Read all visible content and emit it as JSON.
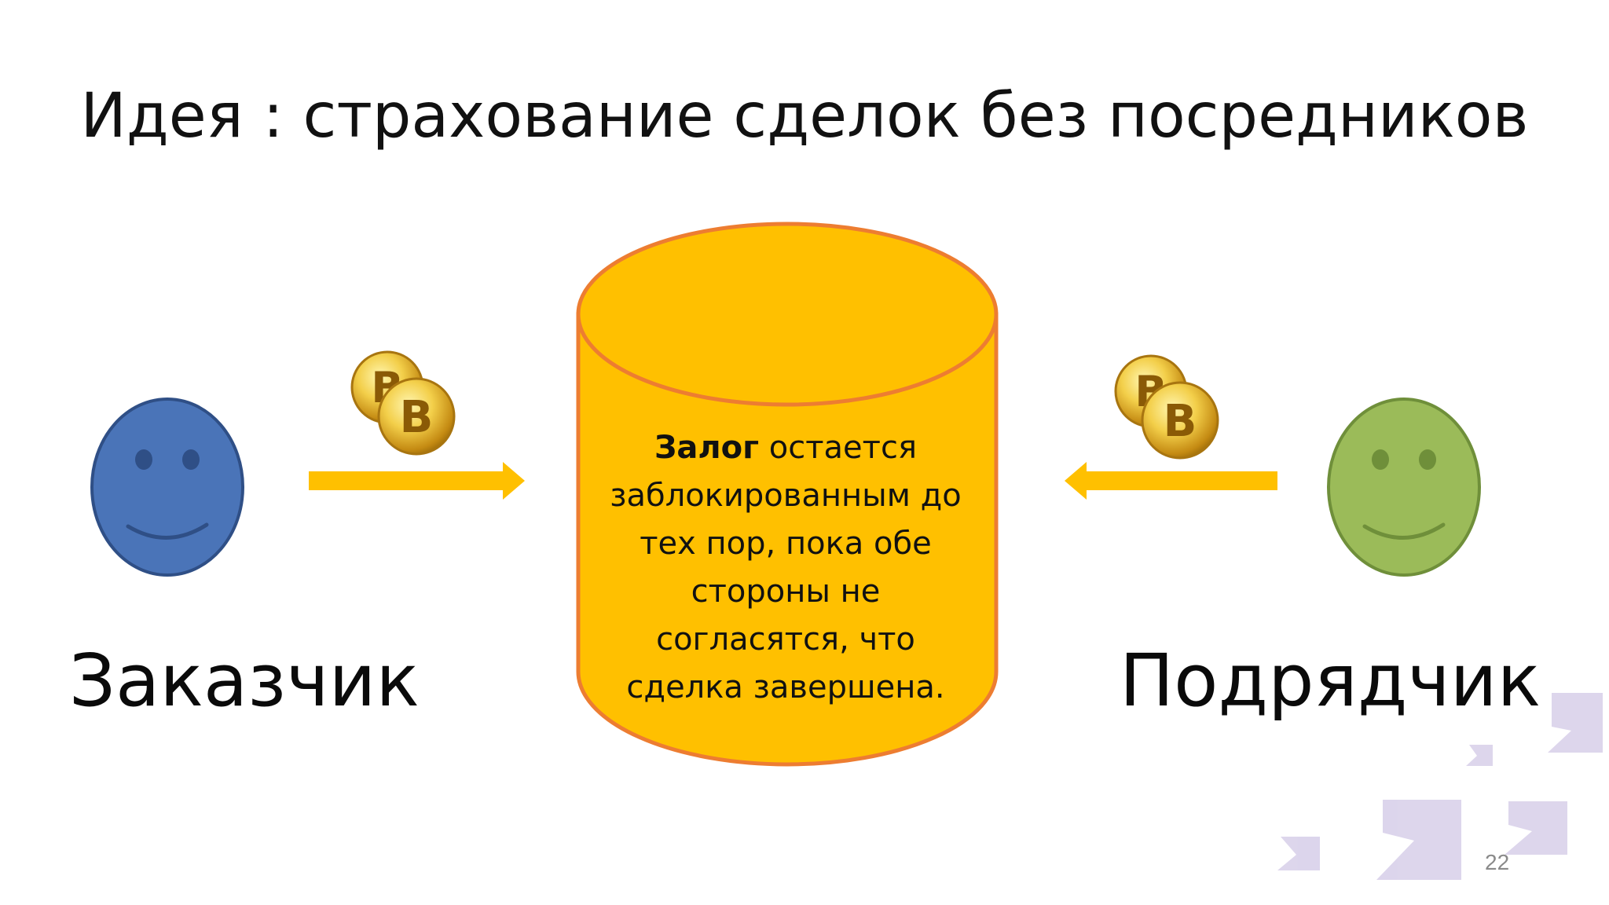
{
  "slide": {
    "title": "Идея : страхование сделок без посредников",
    "page_number": "22"
  },
  "parties": {
    "customer": {
      "label": "Заказчик",
      "color": "#4a74b8",
      "stroke": "#2f4f86"
    },
    "contractor": {
      "label": "Подрядчик",
      "color": "#9bbb59",
      "stroke": "#6f8f3a"
    }
  },
  "escrow": {
    "highlight": "Залог",
    "text": " остается заблокированным до тех пор, пока обе стороны не согласятся, что сделка завершена.",
    "fill": "#ffc000",
    "stroke": "#ed7d31"
  },
  "arrows": {
    "color": "#ffc000"
  },
  "coins": {
    "symbol": "B",
    "color": "#d9a520"
  }
}
